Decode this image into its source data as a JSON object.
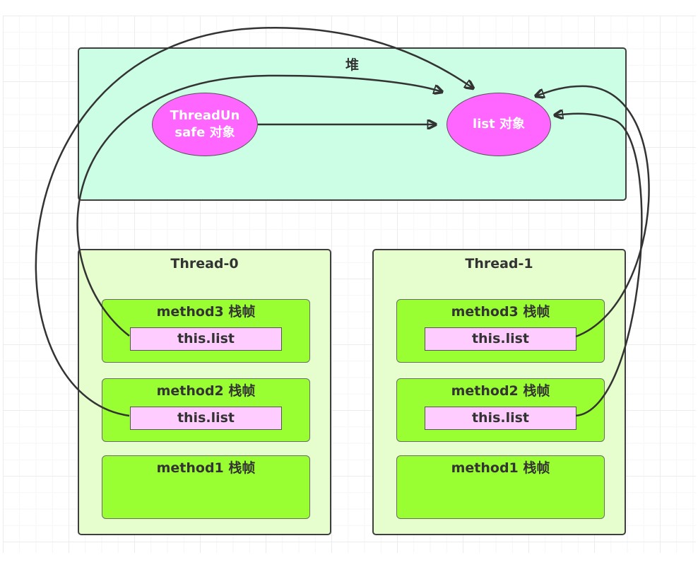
{
  "heap": {
    "title": "堆",
    "objects": {
      "unsafe": "ThreadUnsafe 对象",
      "list": "list 对象"
    }
  },
  "threads": [
    {
      "title": "Thread-0",
      "frames": [
        {
          "title": "method3 栈帧",
          "ref": "this.list"
        },
        {
          "title": "method2 栈帧",
          "ref": "this.list"
        },
        {
          "title": "method1 栈帧",
          "ref": null
        }
      ]
    },
    {
      "title": "Thread-1",
      "frames": [
        {
          "title": "method3 栈帧",
          "ref": "this.list"
        },
        {
          "title": "method2 栈帧",
          "ref": "this.list"
        },
        {
          "title": "method1 栈帧",
          "ref": null
        }
      ]
    }
  ],
  "edges": [
    {
      "from": "ThreadUnsafe 对象",
      "to": "list 对象"
    },
    {
      "from": "Thread-0.method3.this.list",
      "to": "list 对象"
    },
    {
      "from": "Thread-0.method2.this.list",
      "to": "list 对象"
    },
    {
      "from": "Thread-1.method3.this.list",
      "to": "list 对象"
    },
    {
      "from": "Thread-1.method2.this.list",
      "to": "list 对象"
    }
  ],
  "colors": {
    "heap_fill": "#ccfde5",
    "thread_fill": "#e6fdcd",
    "frame_fill": "#99ff33",
    "ref_fill": "#ffccff",
    "object_fill": "#ff66ff",
    "stroke": "#333333"
  }
}
